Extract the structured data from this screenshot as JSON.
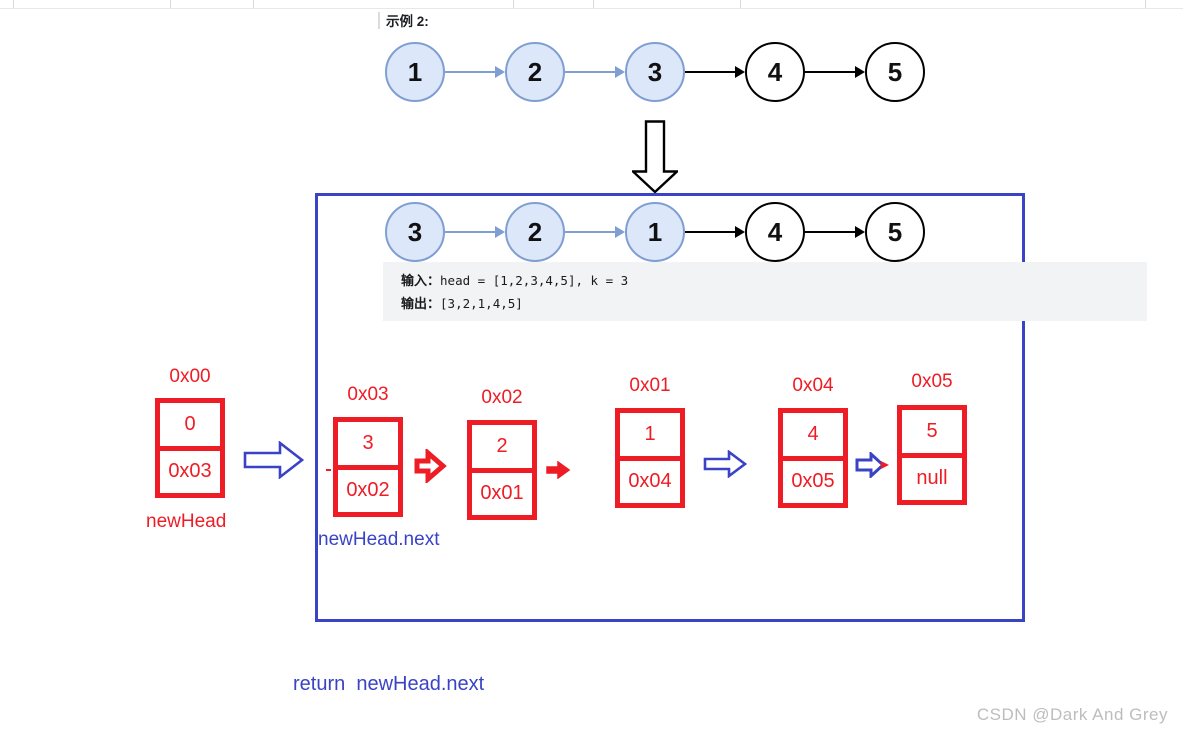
{
  "header": {
    "example_label": "示例 2:"
  },
  "lists": {
    "top": {
      "values": [
        "1",
        "2",
        "3",
        "4",
        "5"
      ]
    },
    "bottom": {
      "values": [
        "3",
        "2",
        "1",
        "4",
        "5"
      ]
    }
  },
  "io": {
    "input_label": "输入：",
    "input_value": "head = [1,2,3,4,5], k = 3",
    "output_label": "输出：",
    "output_value": "[3,2,1,4,5]"
  },
  "memory": {
    "newhead": {
      "address": "0x00",
      "value": "0",
      "next": "0x03",
      "label": "newHead"
    },
    "cells": [
      {
        "address": "0x03",
        "value": "3",
        "next": "0x02",
        "sublabel": "newHead.next"
      },
      {
        "address": "0x02",
        "value": "2",
        "next": "0x01"
      },
      {
        "address": "0x01",
        "value": "1",
        "next": "0x04"
      },
      {
        "address": "0x04",
        "value": "4",
        "next": "0x05"
      },
      {
        "address": "0x05",
        "value": "5",
        "next": "null"
      }
    ]
  },
  "footer": {
    "return_text": "return  newHead.next",
    "watermark": "CSDN @Dark And Grey"
  },
  "icons": {
    "down_block_arrow": "⇩ hollow black down block arrow",
    "right_block_arrow_blue": "⇨ hollow blue right block arrow",
    "right_block_arrow_red": "⇨ hollow red right block arrow",
    "right_filled_arrow_red": "➡ filled red right arrow",
    "list_link_arrow": "→"
  },
  "colors": {
    "red": "#ee1c25",
    "indigo_blue": "#3a43c6",
    "node_fill": "#dce8f9",
    "node_border": "#7f9ed2",
    "io_background": "#f1f3f5",
    "watermark_gray": "#bcbdbf"
  }
}
